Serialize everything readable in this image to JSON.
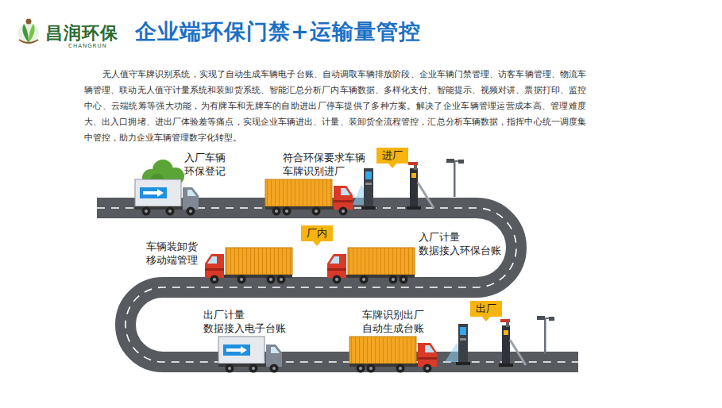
{
  "diagram": {
    "title": "企业端环保门禁+运输量管控",
    "nodes": [
      {
        "text": [
          "进厂"
        ]
      },
      {
        "text": [
          "厂内"
        ]
      },
      {
        "text": [
          "出厂"
        ]
      }
    ],
    "labels": [
      "昌润环保",
      "CHANGRUN",
      "无人值守车牌识别系统，实现了自动生成车辆电子台账、自动调取车辆排放阶段、企业车辆门禁管理、访客车辆管理、物流车辆管理、联动无人值守计量系统和装卸货系统、智能汇总分析厂内车辆数据、多样化支付、智能提示、视频对讲、票据打印、监控中心、云端统筹等强大功能，为有牌车和无牌车的自助进出厂停车提供了多种方案。解决了企业车辆管理运营成本高、管理难度大、出入口拥堵、进出厂体验差等痛点，实现企业车辆进出、计量、装卸货全流程管控，汇总分析车辆数据，指挥中心统一调度集中管控，助力企业车辆管理数字化转型。",
      "入厂车辆 环保登记",
      "符合环保要求车辆 车牌识别进厂",
      "入厂计量 数据接入环保台账",
      "车辆装卸货 移动端管理",
      "出厂计量 数据接入电子台账",
      "车牌识别出厂 自动生成台账"
    ]
  }
}
